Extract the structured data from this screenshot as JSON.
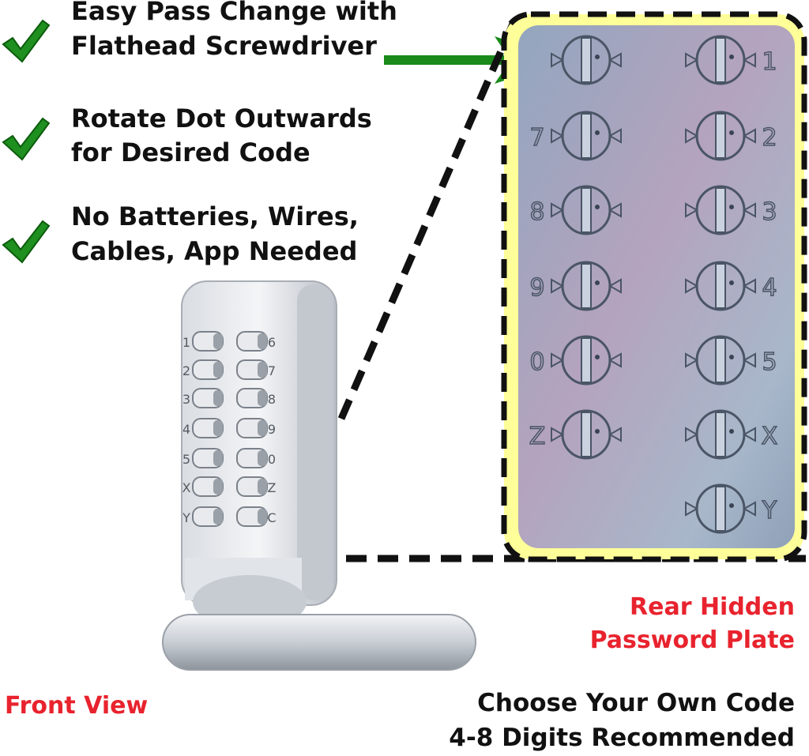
{
  "features": [
    {
      "line1": "Easy Pass Change with",
      "line2": "Flathead Screwdriver"
    },
    {
      "line1": "Rotate Dot Outwards",
      "line2": "for Desired Code"
    },
    {
      "line1": "No Batteries, Wires,",
      "line2": "Cables, App Needed"
    }
  ],
  "front_view_label": "Front View",
  "rear_plate_label": {
    "line1": "Rear Hidden",
    "line2": "Password Plate"
  },
  "code_note": {
    "line1": "Choose Your Own Code",
    "line2": "4-8 Digits Recommended"
  },
  "front_keys_left": [
    "1",
    "2",
    "3",
    "4",
    "5",
    "X",
    "Y"
  ],
  "front_keys_right": [
    "6",
    "7",
    "8",
    "9",
    "0",
    "Z",
    "C"
  ],
  "plate_keys_left": [
    "",
    "7",
    "8",
    "9",
    "0",
    "Z",
    ""
  ],
  "plate_keys_right": [
    "1",
    "2",
    "3",
    "4",
    "5",
    "X",
    "Y"
  ],
  "colors": {
    "check": "#1f8f1f",
    "arrow": "#1a8a1a",
    "highlight": "#ffff99",
    "red": "#e8232e",
    "plate": "#a7b6c9"
  },
  "icons": {
    "check": "check-mark-icon",
    "arrow": "arrow-right-icon"
  }
}
